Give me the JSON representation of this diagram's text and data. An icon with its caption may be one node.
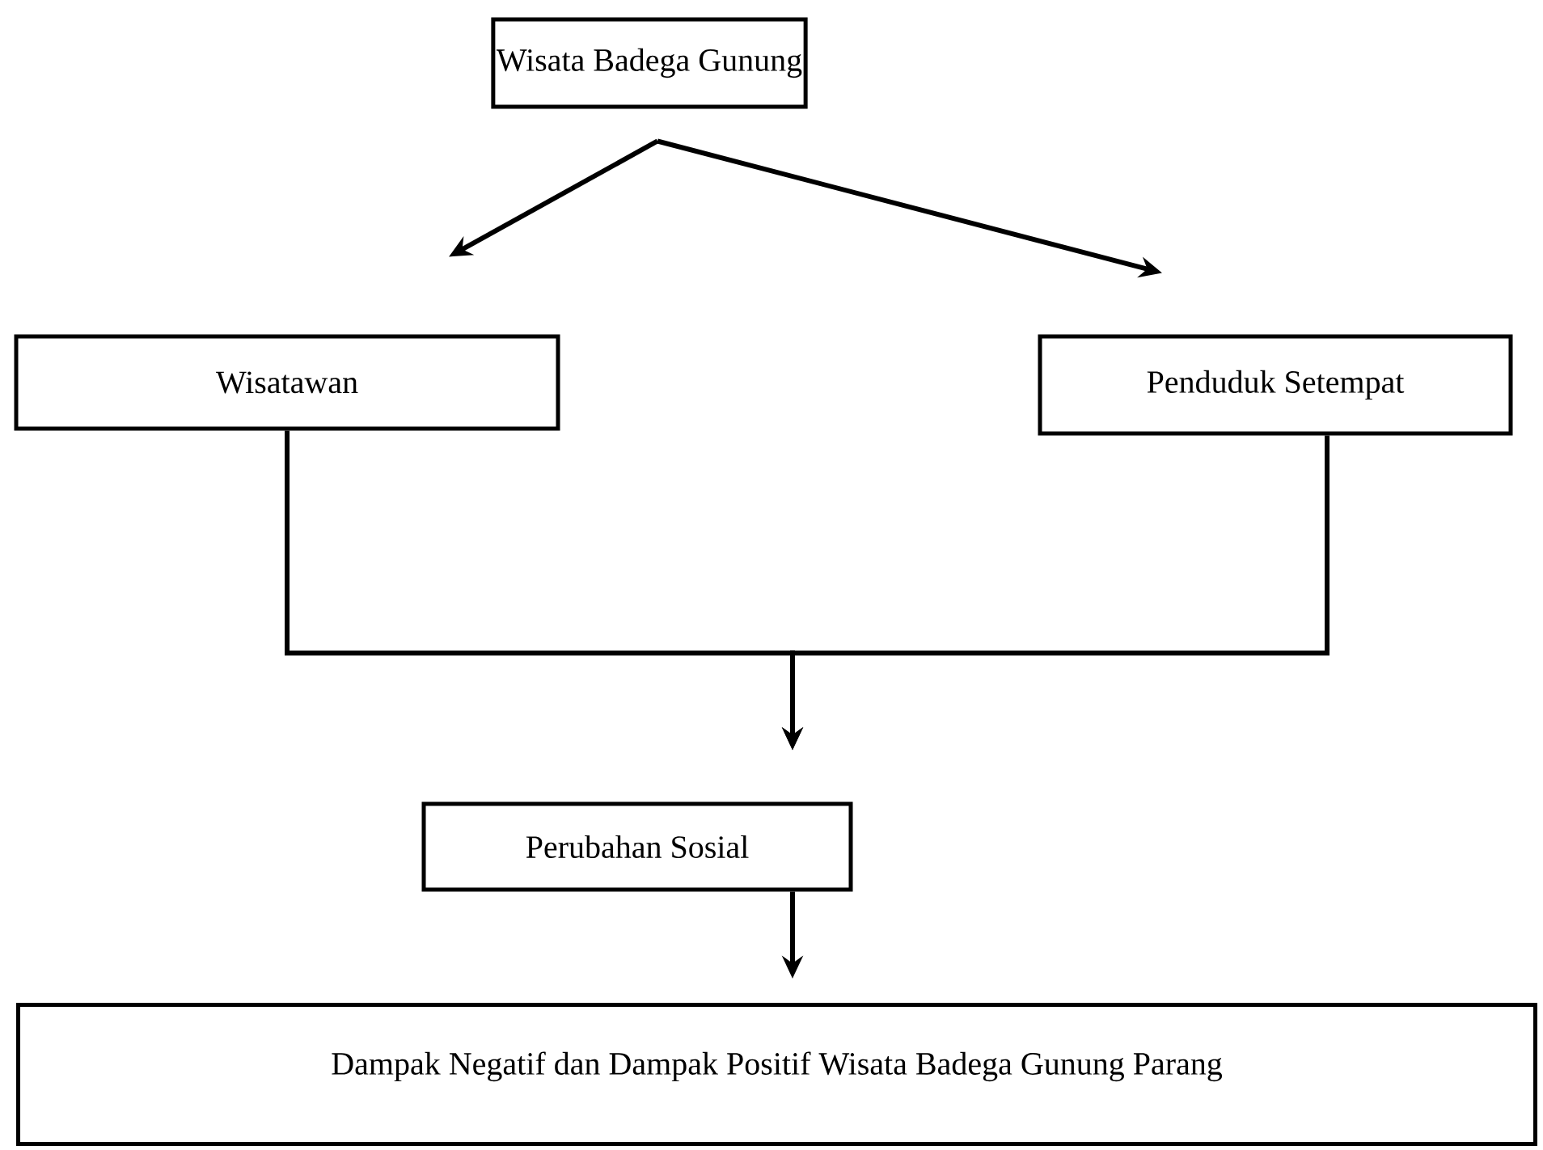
{
  "diagram": {
    "nodes": [
      {
        "text": [
          "Wisata Badega Gunung"
        ]
      },
      {
        "text": [
          "Wisatawan"
        ]
      },
      {
        "text": [
          "Penduduk Setempat"
        ]
      },
      {
        "text": [
          "Perubahan Sosial"
        ]
      },
      {
        "text": [
          "Dampak Negatif dan Dampak Positif Wisata Badega Gunung Parang"
        ]
      }
    ],
    "edges": [
      {
        "from": 0,
        "to": 1,
        "arrow": "to"
      },
      {
        "from": 0,
        "to": 2,
        "arrow": "to"
      },
      {
        "from": 1,
        "to": 3,
        "arrow": "to"
      },
      {
        "from": 2,
        "to": 3,
        "arrow": "to"
      },
      {
        "from": 3,
        "to": 4,
        "arrow": "to"
      }
    ]
  }
}
